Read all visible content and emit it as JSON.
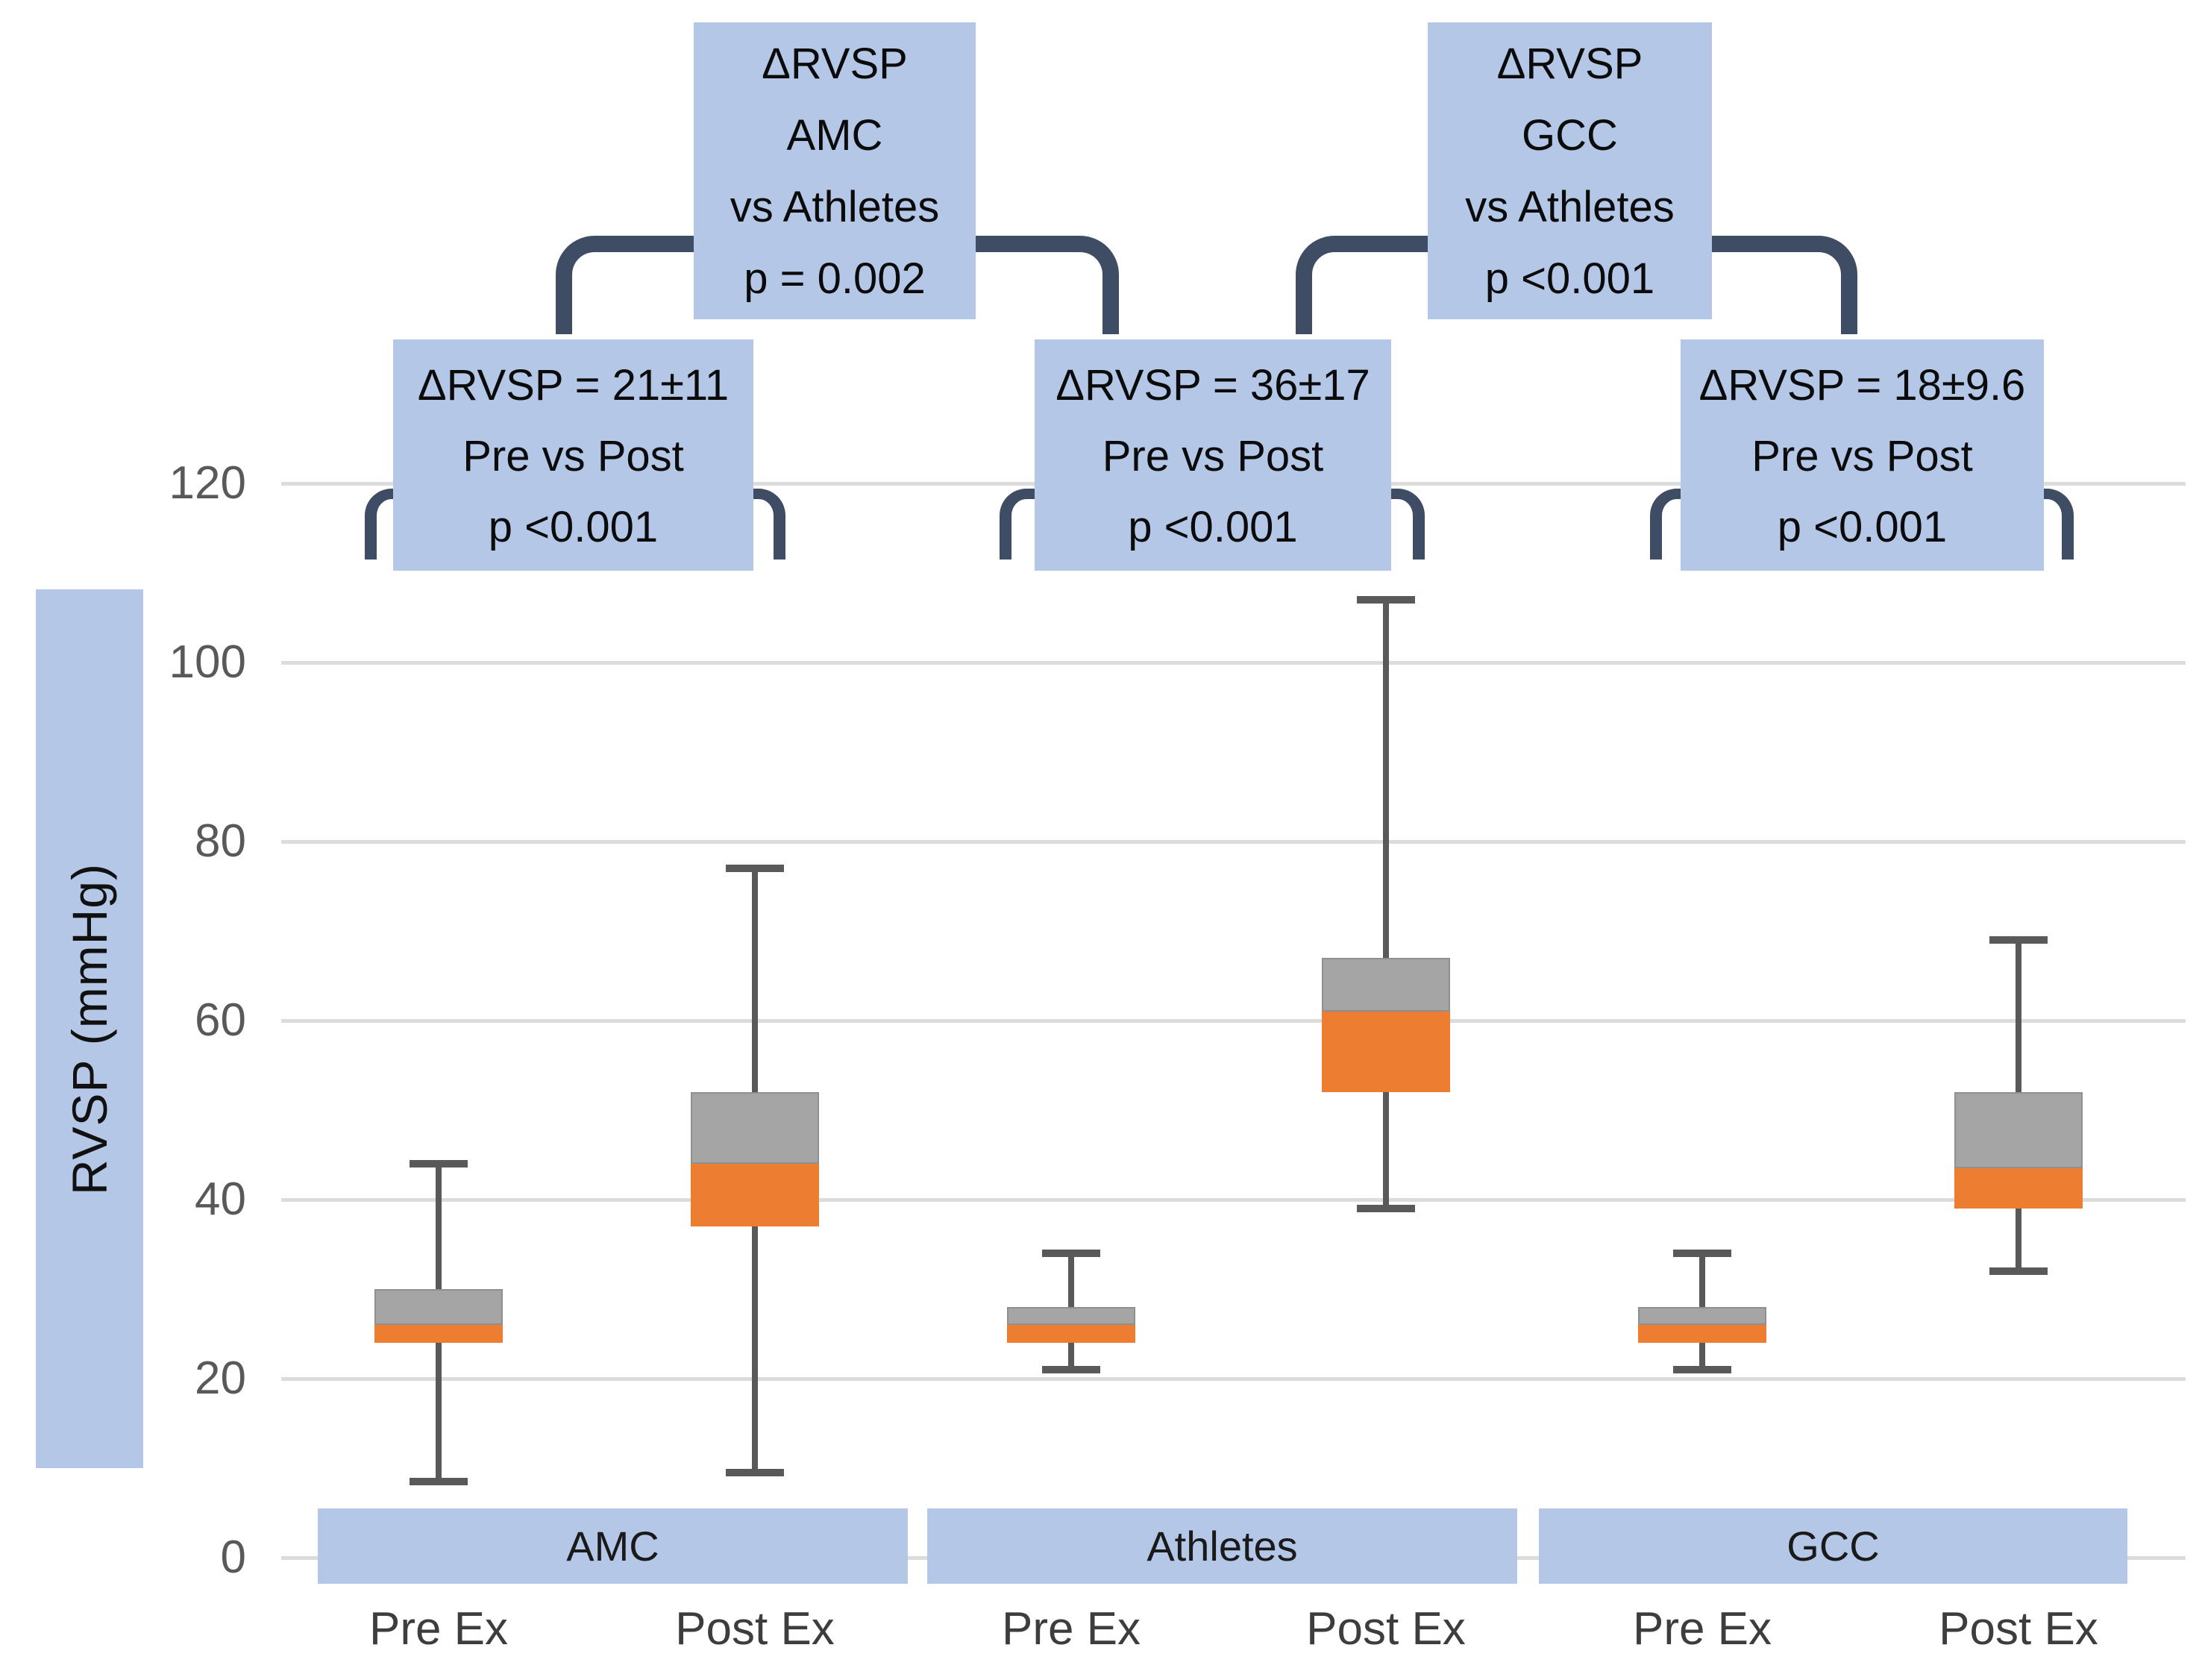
{
  "y_axis": {
    "label": "RVSP (mmHg)",
    "ticks": [
      "120",
      "100",
      "80",
      "60",
      "40",
      "20",
      "0"
    ]
  },
  "groups": [
    {
      "label": "AMC",
      "conditions": [
        "Pre Ex",
        "Post Ex"
      ]
    },
    {
      "label": "Athletes",
      "conditions": [
        "Pre Ex",
        "Post Ex"
      ]
    },
    {
      "label": "GCC",
      "conditions": [
        "Pre Ex",
        "Post Ex"
      ]
    }
  ],
  "annotations": {
    "top_comparisons": [
      {
        "lines": [
          "ΔRVSP",
          "AMC",
          "vs Athletes",
          "p = 0.002"
        ]
      },
      {
        "lines": [
          "ΔRVSP",
          "GCC",
          "vs Athletes",
          "p <0.001"
        ]
      }
    ],
    "group_deltas": [
      {
        "lines": [
          "ΔRVSP = 21±11",
          "Pre vs Post",
          "p <0.001"
        ]
      },
      {
        "lines": [
          "ΔRVSP = 36±17",
          "Pre vs Post",
          "p <0.001"
        ]
      },
      {
        "lines": [
          "ΔRVSP = 18±9.6",
          "Pre vs Post",
          "p <0.001"
        ]
      }
    ]
  },
  "colors": {
    "annotation_box": "#b4c7e7",
    "axis_band": "#b4c7e7",
    "brace": "#3e4d63",
    "box_upper_fill": "#a5a5a5",
    "box_upper_border": "#8f8f8f",
    "box_lower_fill": "#ed7d31",
    "whisker": "#595959",
    "gridline": "#dcdcdc",
    "tick_text": "#595959",
    "label_text": "#3d3d3d"
  },
  "chart_data": {
    "type": "boxplot",
    "title": "",
    "xlabel": "",
    "ylabel": "RVSP (mmHg)",
    "ylim": [
      0,
      120
    ],
    "y_ticks": [
      120,
      100,
      80,
      60,
      40,
      20,
      0
    ],
    "grid": true,
    "legend": false,
    "categories": [
      "AMC Pre Ex",
      "AMC Post Ex",
      "Athletes Pre Ex",
      "Athletes Post Ex",
      "GCC Pre Ex",
      "GCC Post Ex"
    ],
    "series": [
      {
        "group": "AMC",
        "condition": "Pre Ex",
        "whisker_low": 8.5,
        "q1": 24,
        "median": 26,
        "q3": 30,
        "whisker_high": 44
      },
      {
        "group": "AMC",
        "condition": "Post Ex",
        "whisker_low": 9.5,
        "q1": 37,
        "median": 44,
        "q3": 52,
        "whisker_high": 77
      },
      {
        "group": "Athletes",
        "condition": "Pre Ex",
        "whisker_low": 21,
        "q1": 24,
        "median": 26,
        "q3": 28,
        "whisker_high": 34
      },
      {
        "group": "Athletes",
        "condition": "Post Ex",
        "whisker_low": 39,
        "q1": 52,
        "median": 61,
        "q3": 67,
        "whisker_high": 107
      },
      {
        "group": "GCC",
        "condition": "Pre Ex",
        "whisker_low": 21,
        "q1": 24,
        "median": 26,
        "q3": 28,
        "whisker_high": 34
      },
      {
        "group": "GCC",
        "condition": "Post Ex",
        "whisker_low": 32,
        "q1": 39,
        "median": 43.5,
        "q3": 52,
        "whisker_high": 69
      }
    ],
    "annotations_text": [
      "ΔRVSP AMC vs Athletes p = 0.002",
      "ΔRVSP GCC vs Athletes p <0.001",
      "AMC: ΔRVSP = 21±11, Pre vs Post, p <0.001",
      "Athletes: ΔRVSP = 36±17, Pre vs Post, p <0.001",
      "GCC: ΔRVSP = 18±9.6, Pre vs Post, p <0.001"
    ]
  }
}
